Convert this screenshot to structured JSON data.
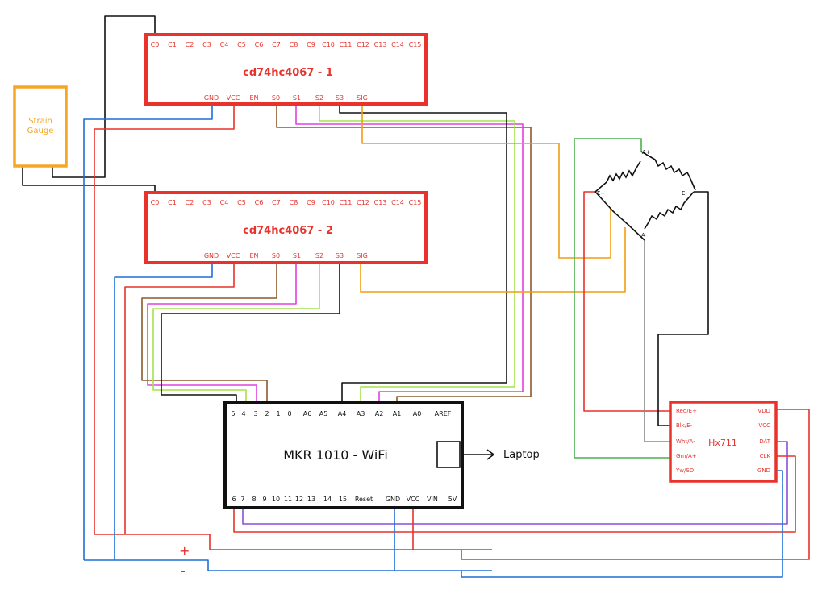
{
  "colors": {
    "board_red": "#e8322b",
    "gauge_orange": "#f5a623",
    "black": "#111111",
    "blue": "#1e6fd9",
    "red": "#e8322b",
    "brown": "#8b5a2b",
    "magenta": "#e040e0",
    "lime": "#a4e34a",
    "orange": "#f39c12",
    "green": "#4caf50",
    "gray": "#888888",
    "purple": "#8a4fd8"
  },
  "mux1": {
    "title": "cd74hc4067 - 1",
    "channels": [
      "C0",
      "C1",
      "C2",
      "C3",
      "C4",
      "C5",
      "C6",
      "C7",
      "C8",
      "C9",
      "C10",
      "C11",
      "C12",
      "C13",
      "C14",
      "C15"
    ],
    "pins": [
      "GND",
      "VCC",
      "EN",
      "S0",
      "S1",
      "S2",
      "S3",
      "SIG"
    ]
  },
  "mux2": {
    "title": "cd74hc4067 - 2",
    "channels": [
      "C0",
      "C1",
      "C2",
      "C3",
      "C4",
      "C5",
      "C6",
      "C7",
      "C8",
      "C9",
      "C10",
      "C11",
      "C12",
      "C13",
      "C14",
      "C15"
    ],
    "pins": [
      "GND",
      "VCC",
      "EN",
      "S0",
      "S1",
      "S2",
      "S3",
      "SIG"
    ]
  },
  "strain_gauge": {
    "label_line1": "Strain",
    "label_line2": "Gauge"
  },
  "bridge": {
    "a_plus": "A+",
    "a_minus": "A-",
    "e_plus": "E+",
    "e_minus": "E-"
  },
  "hx711": {
    "title": "Hx711",
    "left_pins": [
      "Red/E+",
      "Blk/E-",
      "Wht/A-",
      "Grn/A+",
      "Yw/SD"
    ],
    "right_pins": [
      "VDD",
      "VCC",
      "DAT",
      "CLK",
      "GND"
    ]
  },
  "mkr": {
    "title": "MKR 1010 - WiFi",
    "top_pins": [
      "5",
      "4",
      "3",
      "2",
      "1",
      "0",
      "A6",
      "A5",
      "A4",
      "A3",
      "A2",
      "A1",
      "A0",
      "AREF"
    ],
    "bottom_pins": [
      "6",
      "7",
      "8",
      "9",
      "10",
      "11",
      "12",
      "13",
      "14",
      "15",
      "Reset",
      "GND",
      "VCC",
      "VIN",
      "5V"
    ]
  },
  "laptop": {
    "label": "Laptop"
  },
  "rails": {
    "plus": "+",
    "minus": "-"
  }
}
